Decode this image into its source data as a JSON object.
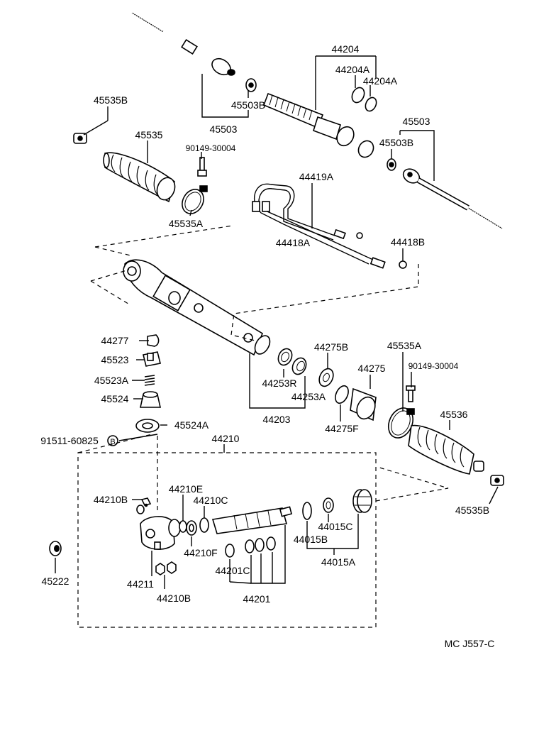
{
  "diagram": {
    "code": "MC J557-C",
    "labels": {
      "l44204": "44204",
      "l44204A_1": "44204A",
      "l44204A_2": "44204A",
      "l45535B_top": "45535B",
      "l45503B_left": "45503B",
      "l45503_left": "45503",
      "l45503_right": "45503",
      "l45503B_right": "45503B",
      "l45535": "45535",
      "l90149_top": "90149-30004",
      "l45535A_top": "45535A",
      "l44419A": "44419A",
      "l44418A": "44418A",
      "l44418B": "44418B",
      "l44277": "44277",
      "l45523": "45523",
      "l45523A": "45523A",
      "l45524": "45524",
      "l45524A": "45524A",
      "l91511": "91511-60825",
      "l91511_mark": "B",
      "l44275B": "44275B",
      "l45535A_mid": "45535A",
      "l90149_mid": "90149-30004",
      "l44253R": "44253R",
      "l44253A": "44253A",
      "l44275": "44275",
      "l44203": "44203",
      "l44275F": "44275F",
      "l45536": "45536",
      "l44210": "44210",
      "l44210B_top": "44210B",
      "l44210E": "44210E",
      "l44210C": "44210C",
      "l44210F": "44210F",
      "l44211": "44211",
      "l44210B_bot": "44210B",
      "l44201C": "44201C",
      "l44201": "44201",
      "l44015C": "44015C",
      "l44015B": "44015B",
      "l44015A": "44015A",
      "l45535B_bot": "45535B",
      "l45222": "45222"
    }
  }
}
